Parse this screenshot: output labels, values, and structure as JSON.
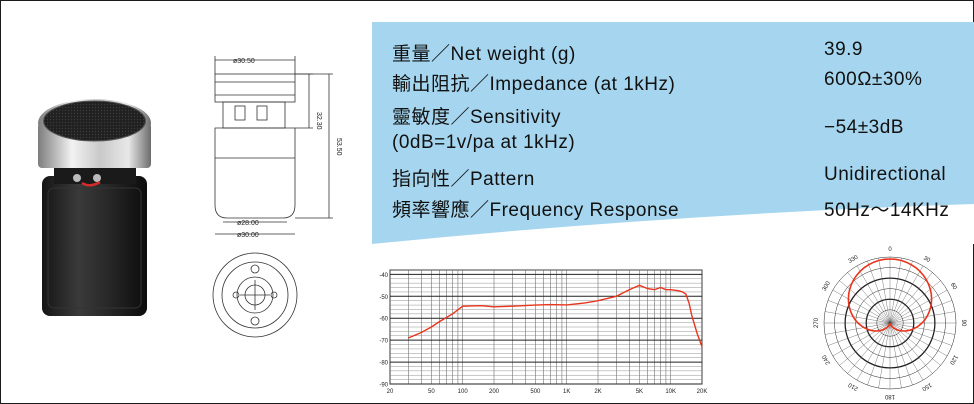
{
  "drawing": {
    "top_diameter": "ø30.50",
    "body_height": "32.30",
    "total_height": "53.50",
    "inner_diameter": "ø28.00",
    "base_diameter": "ø30.00"
  },
  "specs": [
    {
      "label": "重量／Net weight (g)",
      "value": "39.9"
    },
    {
      "label": "輸出阻抗／Impedance (at 1kHz)",
      "value": "600Ω±30%"
    },
    {
      "label": "靈敏度／Sensitivity",
      "label2": "(0dB=1v/pa at 1kHz)",
      "value": "−54±3dB"
    },
    {
      "label": "指向性／Pattern",
      "value": "Unidirectional"
    },
    {
      "label": "頻率響應／Frequency Response",
      "value": "50Hz～14KHz"
    }
  ],
  "chart_data": [
    {
      "type": "line",
      "title": "",
      "xlabel": "",
      "ylabel": "",
      "x_scale": "log",
      "x_ticks": [
        20,
        50,
        100,
        200,
        500,
        1000,
        2000,
        5000,
        10000,
        20000
      ],
      "x_tick_labels": [
        "20",
        "50",
        "100",
        "200",
        "500",
        "1K",
        "2K",
        "5K",
        "10K",
        "20K"
      ],
      "y_ticks": [
        -40,
        -50,
        -60,
        -70,
        -80,
        -90
      ],
      "y_tick_labels": [
        "-40",
        "-50",
        "-60",
        "-70",
        "-80",
        "-90"
      ],
      "xlim": [
        20,
        20000
      ],
      "ylim": [
        -90,
        -38
      ],
      "grid": true,
      "series": [
        {
          "color": "#e8351c",
          "x": [
            30,
            40,
            50,
            60,
            80,
            100,
            150,
            200,
            300,
            500,
            700,
            1000,
            1500,
            2000,
            3000,
            4000,
            5000,
            6000,
            7000,
            8000,
            9000,
            10000,
            12000,
            13000,
            14000,
            15000,
            16000,
            18000,
            20000
          ],
          "y": [
            -69,
            -66.5,
            -64,
            -61.5,
            -58,
            -54.5,
            -54.3,
            -54.8,
            -54.5,
            -54,
            -53.8,
            -53.9,
            -53,
            -52,
            -50,
            -47,
            -45,
            -46.5,
            -47,
            -46,
            -47,
            -47,
            -47.5,
            -48,
            -49,
            -53,
            -59,
            -67,
            -73
          ]
        }
      ]
    },
    {
      "type": "polar",
      "title": "",
      "angle_labels": [
        "0",
        "30",
        "60",
        "90",
        "120",
        "150",
        "180",
        "210",
        "240",
        "270",
        "300",
        "330"
      ],
      "grid": true,
      "series": [
        {
          "name": "",
          "color": "#e8351c",
          "pattern": "cardioid",
          "angles_deg": [
            0,
            30,
            60,
            90,
            120,
            150,
            180,
            210,
            240,
            270,
            300,
            330
          ],
          "relative_level": [
            1.0,
            0.93,
            0.75,
            0.5,
            0.25,
            0.07,
            0.0,
            0.07,
            0.25,
            0.5,
            0.75,
            0.93
          ]
        }
      ]
    }
  ]
}
